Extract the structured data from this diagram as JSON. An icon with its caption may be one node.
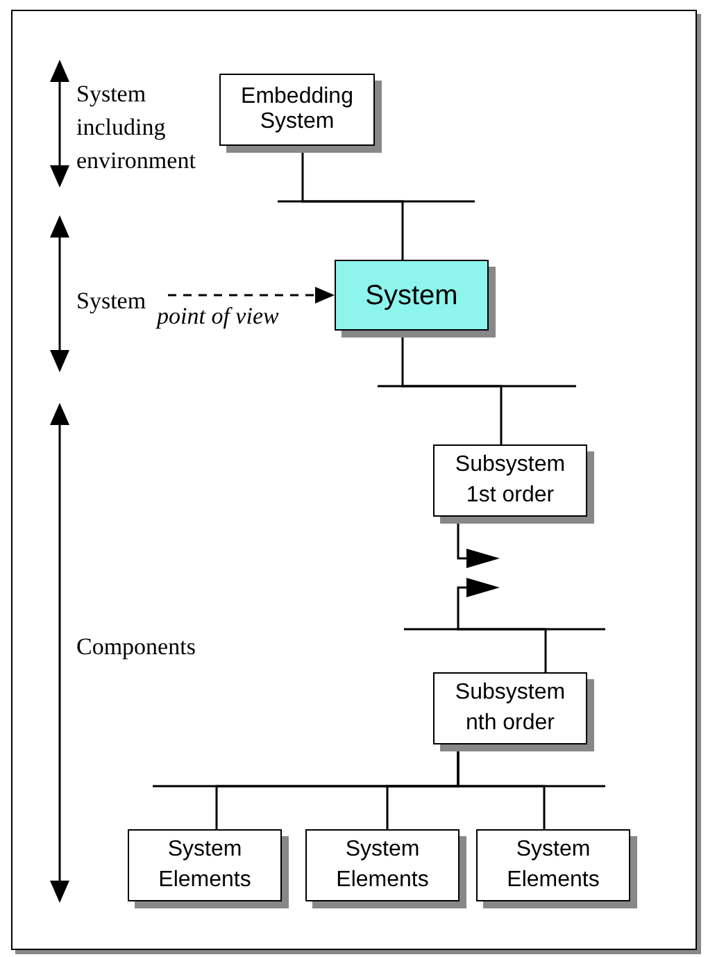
{
  "diagram": {
    "nodes": [
      {
        "text": [
          "Embedding System"
        ]
      },
      {
        "text": [
          "System"
        ]
      },
      {
        "text": [
          "Subsystem 1st order"
        ]
      },
      {
        "text": [
          "Subsystem nth order"
        ]
      },
      {
        "text": [
          "System Elements"
        ]
      },
      {
        "text": [
          "System Elements"
        ]
      },
      {
        "text": [
          "System Elements"
        ]
      },
      {
        "text": [
          "System"
        ]
      }
    ],
    "edges": [
      {
        "from": 0,
        "to": 1,
        "arrow": "none"
      },
      {
        "from": 1,
        "to": 2,
        "arrow": "none"
      },
      {
        "from": 2,
        "to": null,
        "arrow": "to"
      },
      {
        "from": 3,
        "to": null,
        "arrow": "to"
      },
      {
        "from": 3,
        "to": 4,
        "arrow": "none"
      },
      {
        "from": 3,
        "to": 5,
        "arrow": "none"
      },
      {
        "from": 3,
        "to": 6,
        "arrow": "none"
      },
      {
        "from": 7,
        "to": 1,
        "arrow": "to",
        "label": "point of view",
        "style": "dashed"
      }
    ],
    "labels": [
      "System including environment",
      "Components"
    ]
  }
}
